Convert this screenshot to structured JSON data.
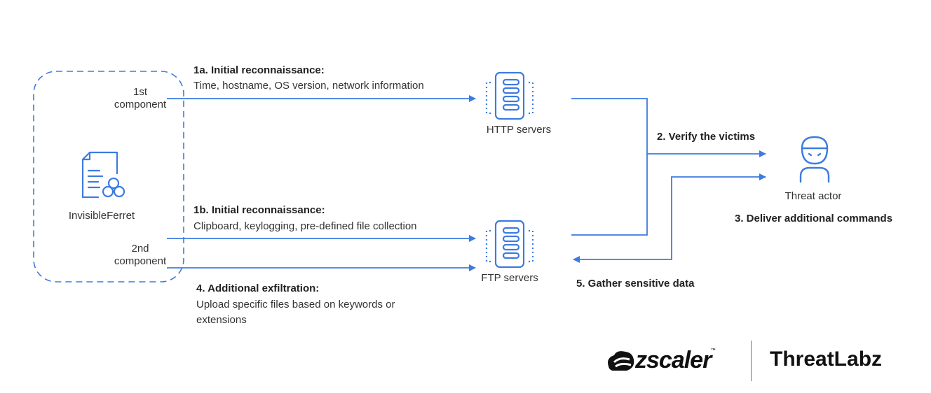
{
  "colors": {
    "accent": "#3d7be0",
    "text": "#333333"
  },
  "source": {
    "component1": "1st\ncomponent",
    "component1_l1": "1st",
    "component1_l2": "component",
    "malware": "InvisibleFerret",
    "component2_l1": "2nd",
    "component2_l2": "component"
  },
  "steps": {
    "s1a_title": "1a. Initial reconnaissance:",
    "s1a_desc": "Time, hostname, OS version, network information",
    "s1b_title": "1b. Initial reconnaissance:",
    "s1b_desc": "Clipboard, keylogging, pre-defined file collection",
    "s4_title": "4. Additional exfiltration:",
    "s4_desc_l1": "Upload specific files based on keywords or",
    "s4_desc_l2": "extensions",
    "s2": "2. Verify the victims",
    "s3": "3. Deliver additional commands",
    "s5": "5. Gather sensitive data"
  },
  "nodes": {
    "http": "HTTP servers",
    "ftp": "FTP servers",
    "actor": "Threat actor"
  },
  "branding": {
    "zscaler": "zscaler",
    "tm": "™",
    "threatlabz": "ThreatLabz"
  }
}
